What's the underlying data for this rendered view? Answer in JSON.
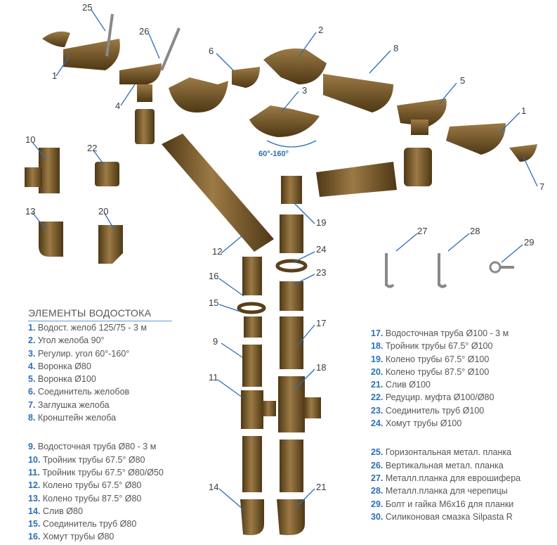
{
  "callouts": [
    "25",
    "26",
    "2",
    "6",
    "8",
    "1",
    "4",
    "5",
    "3",
    "1",
    "7",
    "10",
    "22",
    "13",
    "20",
    "19",
    "12",
    "24",
    "16",
    "23",
    "15",
    "17",
    "9",
    "18",
    "11",
    "14",
    "21",
    "27",
    "28",
    "29"
  ],
  "angle_label": "60°-160°",
  "legend": {
    "title": "ЭЛЕМЕНТЫ ВОДОСТОКА",
    "groups": [
      [
        {
          "n": "1.",
          "t": "Водост. желоб 125/75 - 3 м"
        },
        {
          "n": "2.",
          "t": "Угол желоба 90°"
        },
        {
          "n": "3.",
          "t": "Регулир. угол 60°-160°"
        },
        {
          "n": "4.",
          "t": "Воронка Ø80"
        },
        {
          "n": "5.",
          "t": "Воронка Ø100"
        },
        {
          "n": "6.",
          "t": "Соединитель желобов"
        },
        {
          "n": "7.",
          "t": " Заглушка желоба"
        },
        {
          "n": "8.",
          "t": "Кронштейн желоба"
        }
      ],
      [
        {
          "n": "9.",
          "t": "Водосточная труба Ø80 - 3 м"
        },
        {
          "n": "10.",
          "t": "Тройник трубы 67.5° Ø80"
        },
        {
          "n": "11.",
          "t": "Тройник трубы 67.5° Ø80/Ø50"
        },
        {
          "n": "12.",
          "t": "Колено трубы 67.5° Ø80"
        },
        {
          "n": "13.",
          "t": "Колено трубы 87.5° Ø80"
        },
        {
          "n": "14.",
          "t": "Слив Ø80"
        },
        {
          "n": "15.",
          "t": "Соединитель труб Ø80"
        },
        {
          "n": "16.",
          "t": "Хомут трубы Ø80"
        }
      ],
      [
        {
          "n": "17.",
          "t": "Водосточная труба Ø100 - 3 м"
        },
        {
          "n": "18.",
          "t": "Тройник трубы 67.5° Ø100"
        },
        {
          "n": "19.",
          "t": "Колено трубы 67.5° Ø100"
        },
        {
          "n": "20.",
          "t": "Колено трубы 87.5° Ø100"
        },
        {
          "n": "21.",
          "t": "Слив Ø100"
        },
        {
          "n": "22.",
          "t": "Редуцир. муфта Ø100/Ø80"
        },
        {
          "n": "23.",
          "t": "Соединитель труб Ø100"
        },
        {
          "n": "24.",
          "t": "Хомут трубы Ø100"
        }
      ],
      [
        {
          "n": "25.",
          "t": "Горизонтальная метал. планка"
        },
        {
          "n": "26.",
          "t": "Вертикальная метал. планка"
        },
        {
          "n": "27.",
          "t": "Металл.планка для еврошифера"
        },
        {
          "n": "28.",
          "t": "Металл.планка для черепицы"
        },
        {
          "n": "29.",
          "t": "Болт и гайка М6х16 для планки"
        },
        {
          "n": "30.",
          "t": "Силиконовая смазка Silpasta R"
        }
      ]
    ]
  },
  "colors": {
    "part": "#7a5a2e",
    "accent": "#2a6fb5"
  }
}
